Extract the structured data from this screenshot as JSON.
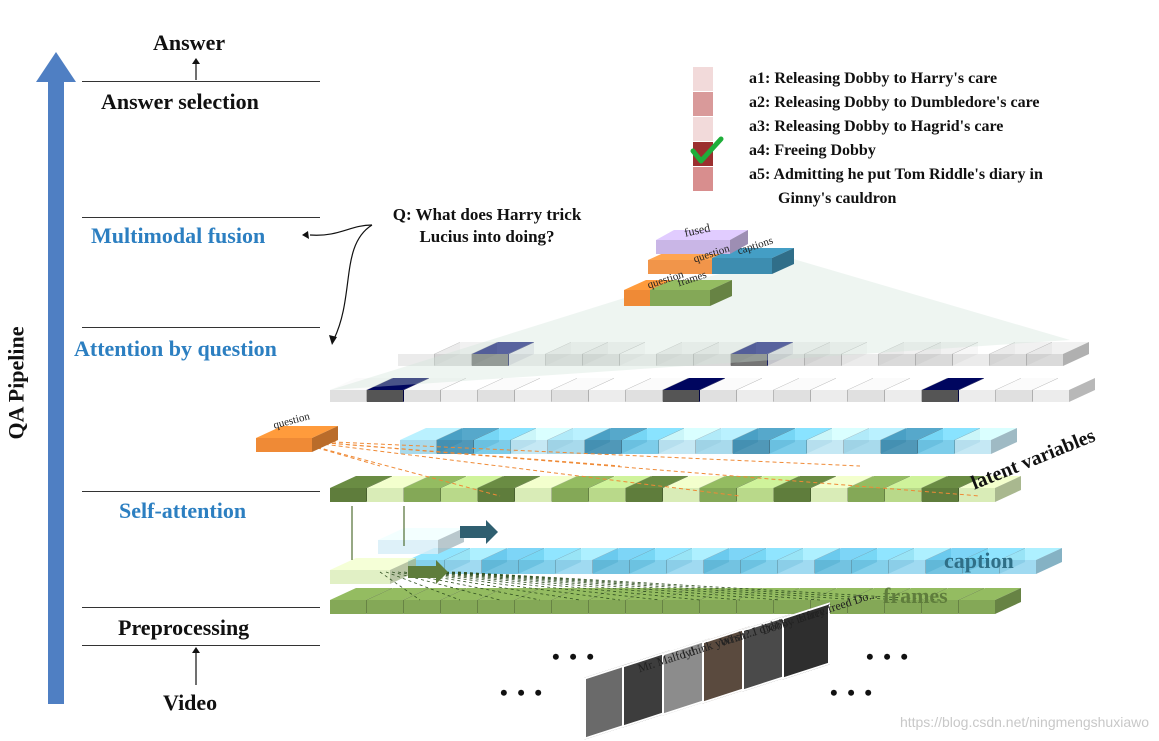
{
  "axis_label": "QA Pipeline",
  "stages": {
    "answer": "Answer",
    "answer_selection": "Answer selection",
    "multimodal_fusion": "Multimodal fusion",
    "attention_by_question": "Attention by question",
    "self_attention": "Self-attention",
    "preprocessing": "Preprocessing",
    "video": "Video"
  },
  "question": "Q: What does Harry trick Lucius into doing?",
  "answers": [
    {
      "label": "a1: Releasing Dobby to Harry's care",
      "color": "#f2dada"
    },
    {
      "label": "a2: Releasing Dobby to Dumbledore's care",
      "color": "#d99a9a"
    },
    {
      "label": "a3: Releasing Dobby to Hagrid's care",
      "color": "#f2dada"
    },
    {
      "label": "a4: Freeing Dobby",
      "color": "#9c2f2f"
    },
    {
      "label": "a5: Admitting he put Tom Riddle's diary in",
      "color": "#d88e8e"
    }
  ],
  "answer_a5_cont": "Ginny's cauldron",
  "correct_answer": "a4",
  "blocks": {
    "fused": "fused",
    "question": "question",
    "question2": "question",
    "frames": "frames",
    "captions": "captions",
    "question_left": "question"
  },
  "layer_labels": {
    "latent": "latent variables",
    "caption": "caption",
    "frames": "frames"
  },
  "subtitles": [
    "Mr. Malfoy!",
    "I think you sh...",
    "What? I didn't...",
    "Dobby is free.",
    "Harry freed Do..."
  ],
  "ellipsis": "• • •",
  "watermark": "https://blog.csdn.net/ningmengshuxiawo",
  "colors": {
    "axis_arrow": "#4f7fc3",
    "blue_text": "#2c7fc1",
    "green": "#84a857",
    "green_dark": "#5f7d3c",
    "green_light": "#d9ecb7",
    "cyan": "#6fc8e8",
    "cyan_dark": "#3d8db0",
    "orange": "#ef8a36",
    "grey": "#dcdcdc",
    "grey_dark": "#555555",
    "purple": "#c9b6e6"
  }
}
